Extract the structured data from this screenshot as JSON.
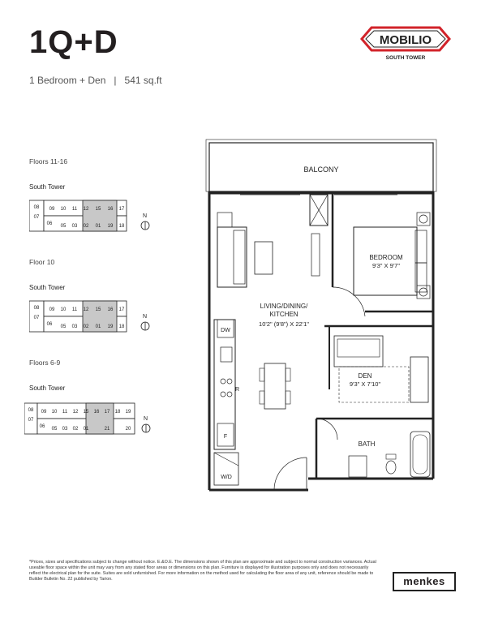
{
  "unit": {
    "code": "1Q+D",
    "type": "1 Bedroom + Den",
    "separator": "|",
    "area": "541 sq.ft"
  },
  "brand": {
    "logo_text": "MOBILIO",
    "logo_sub": "SOUTH TOWER",
    "builder": "menkes",
    "accent_color": "#d2232a"
  },
  "keyplans": [
    {
      "floors": "Floors 11-16",
      "tower": "South Tower",
      "top_units": [
        "09",
        "10",
        "11",
        "12",
        "15",
        "16",
        "17"
      ],
      "bottom_units": [
        "05",
        "03",
        "02",
        "01",
        "19",
        "18"
      ],
      "left_units": [
        "08",
        "07",
        "06"
      ],
      "north": "N"
    },
    {
      "floors": "Floor 10",
      "tower": "South Tower",
      "top_units": [
        "09",
        "10",
        "11",
        "12",
        "15",
        "16",
        "17"
      ],
      "bottom_units": [
        "05",
        "03",
        "02",
        "01",
        "19",
        "18"
      ],
      "left_units": [
        "08",
        "07",
        "06"
      ],
      "north": "N"
    },
    {
      "floors": "Floors 6-9",
      "tower": "South Tower",
      "top_units": [
        "09",
        "10",
        "11",
        "12",
        "15",
        "16",
        "17",
        "18",
        "19"
      ],
      "bottom_units": [
        "05",
        "03",
        "02",
        "01",
        "21",
        "20"
      ],
      "left_units": [
        "08",
        "07",
        "06"
      ],
      "north": "N"
    }
  ],
  "plan": {
    "balcony": "BALCONY",
    "bedroom": "BEDROOM",
    "bedroom_dim": "9'3\" X 9'7\"",
    "living_1": "LIVING/DINING/",
    "living_2": "KITCHEN",
    "living_dim": "10'2\" (9'8\") X 22'1\"",
    "den": "DEN",
    "den_dim": "9'3\" X 7'10\"",
    "bath": "BATH",
    "dw": "DW",
    "r": "R",
    "f": "F",
    "wd": "W/D"
  },
  "disclaimer": "*Prices, sizes and specifications subject to change without notice. E.&O.E. The dimensions shown of this plan are approximate and subject to normal construction variances. Actual useable floor space within the unit may vary from any stated floor areas or dimensions on this plan. Furniture is displayed for illustration purposes only and does not necessarily reflect the electrical plan for the suite. Suites are sold unfurnished. For more information on the method used for calculating the floor area of any unit, reference should be made to Builder Bulletin No. 22 published by Tarion."
}
